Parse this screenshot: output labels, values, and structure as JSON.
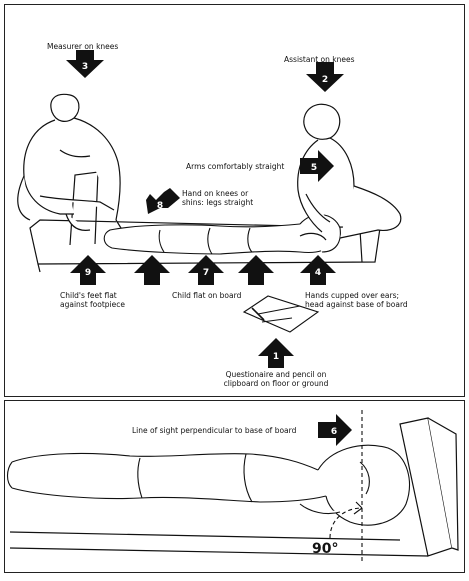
{
  "top_panel": {
    "labels": {
      "measurer": "Measurer on knees",
      "assistant": "Assistant on knees",
      "arms": "Arms comfortably straight",
      "hand_line1": "Hand on knees or",
      "hand_line2": "shins: legs straight",
      "feet_line1": "Child's feet flat",
      "feet_line2": "against footpiece",
      "child_flat": "Child flat on board",
      "hands_cupped_line1": "Hands cupped over ears;",
      "hands_cupped_line2": "head against base of board",
      "questionnaire_line1": "Questionaire and pencil on",
      "questionnaire_line2": "clipboard on floor or ground"
    },
    "markers": [
      "1",
      "2",
      "3",
      "4",
      "5",
      "7",
      "8",
      "9"
    ]
  },
  "bottom_panel": {
    "labels": {
      "line_of_sight": "Line of sight perpendicular to base of board"
    },
    "marker": "6",
    "angle": "90°"
  }
}
